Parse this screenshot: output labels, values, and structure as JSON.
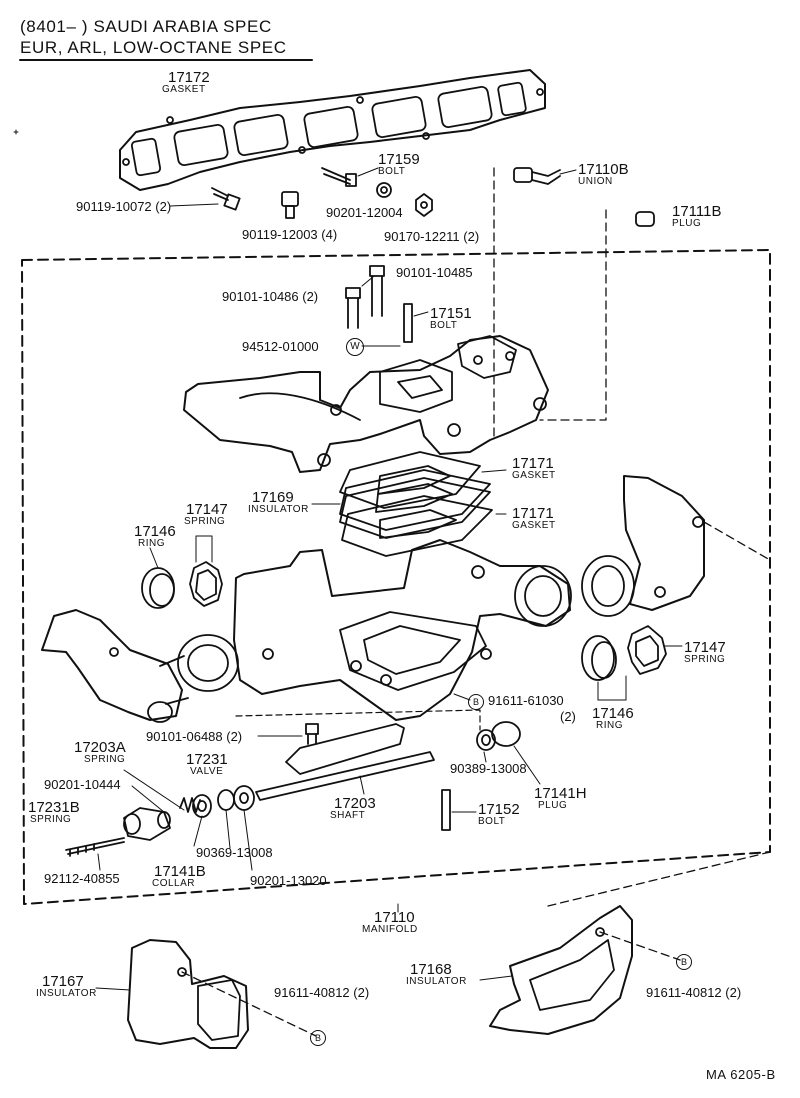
{
  "header": {
    "line1": "(8401–      ) SAUDI  ARABIA  SPEC",
    "line2": "EUR, ARL, LOW-OCTANE  SPEC"
  },
  "labels": {
    "l17172": "17172",
    "n17172": "GASKET",
    "l17159": "17159",
    "n17159": "BOLT",
    "l17110B": "17110B",
    "n17110B": "UNION",
    "l17111B": "17111B",
    "n17111B": "PLUG",
    "l90119_10072": "90119-10072 (2)",
    "l90201_12004": "90201-12004",
    "l90119_12003": "90119-12003 (4)",
    "l90170_12211": "90170-12211  (2)",
    "l90101_10485": "90101-10485",
    "l90101_10486": "90101-10486 (2)",
    "l17151": "17151",
    "n17151": "BOLT",
    "l94512": "94512-01000",
    "l17171a": "17171",
    "n17171a": "GASKET",
    "l17169": "17169",
    "n17169": "INSULATOR",
    "l17171b": "17171",
    "n17171b": "GASKET",
    "l17147a": "17147",
    "n17147a": "SPRING",
    "l17146a": "17146",
    "n17146a": "RING",
    "l17147b": "17147",
    "n17147b": "SPRING",
    "l17146b": "17146",
    "n17146b": "RING",
    "l91611_61030": "91611-61030",
    "q91611_61030": "(2)",
    "l90101_06488": "90101-06488 (2)",
    "l17203A": "17203A",
    "n17203A": "SPRING",
    "l17231": "17231",
    "n17231": "VALVE",
    "l90389": "90389-13008",
    "l17141H": "17141H",
    "n17141H": "PLUG",
    "l90201_10444": "90201-10444",
    "l17203": "17203",
    "n17203": "SHAFT",
    "l17152": "17152",
    "n17152": "BOLT",
    "l17231B": "17231B",
    "n17231B": "SPRING",
    "l90369": "90369-13008",
    "l92112": "92112-40855",
    "l17141B": "17141B",
    "n17141B": "COLLAR",
    "l90201_13020": "90201-13020",
    "l17110": "17110",
    "n17110": "MANIFOLD",
    "l17167": "17167",
    "n17167": "INSULATOR",
    "l91611_40812a": "91611-40812 (2)",
    "l17168": "17168",
    "n17168": "INSULATOR",
    "l91611_40812b": "91611-40812 (2)",
    "ref": "MA  6205-B"
  },
  "symbols": {
    "washer_mark": "W",
    "bolt_mark": "B"
  }
}
